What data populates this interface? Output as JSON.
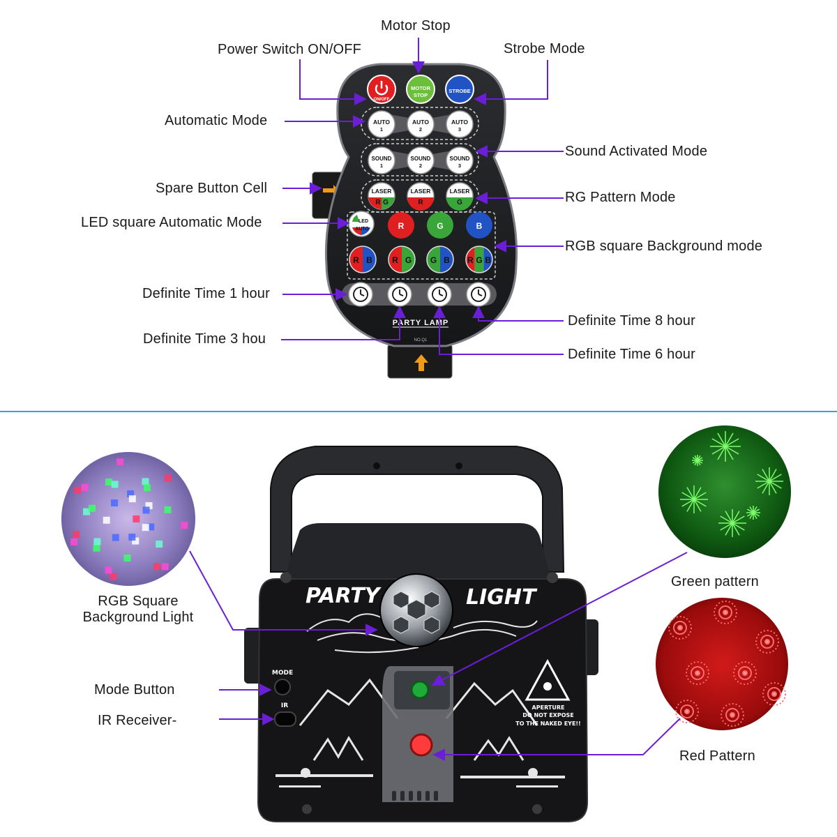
{
  "remote": {
    "labels": {
      "motor_stop": "Motor Stop",
      "power_switch": "Power Switch ON/OFF",
      "strobe_mode": "Strobe Mode",
      "automatic_mode": "Automatic Mode",
      "sound_activated_mode": "Sound Activated Mode",
      "spare_button_cell": "Spare Button Cell",
      "rg_pattern_mode": "RG Pattern Mode",
      "led_square_auto": "LED square Automatic Mode",
      "rgb_square_background": "RGB square Background mode",
      "time_1h": "Definite Time 1 hour",
      "time_8h": "Definite Time 8 hour",
      "time_3h": "Definite Time 3 hou",
      "time_6h": "Definite Time 6 hour"
    },
    "buttons": {
      "power": "ON/OFF",
      "motor": [
        "MOTOR",
        "STOP"
      ],
      "strobe": "STROBE",
      "auto": [
        [
          "AUTO",
          "1"
        ],
        [
          "AUTO",
          "2"
        ],
        [
          "AUTO",
          "3"
        ]
      ],
      "sound": [
        [
          "SOUND",
          "1"
        ],
        [
          "SOUND",
          "2"
        ],
        [
          "SOUND",
          "3"
        ]
      ],
      "laser": [
        [
          "LASER",
          "R",
          "G"
        ],
        [
          "LASER",
          "R",
          ""
        ],
        [
          "LASER",
          "G",
          ""
        ]
      ],
      "led_auto": [
        "LED",
        "AUTO"
      ],
      "rgb_single": [
        "R",
        "G",
        "B"
      ],
      "rgb_combo": [
        [
          "R",
          "B"
        ],
        [
          "R",
          "G"
        ],
        [
          "G",
          "B"
        ],
        [
          "R",
          "G",
          "B"
        ]
      ],
      "timers": [
        "1h",
        "3h",
        "6h",
        "8h"
      ]
    },
    "brand": "PARTY LAMP",
    "model": "NO.Q1"
  },
  "device": {
    "labels": {
      "rgb_square_light": [
        "RGB Square",
        "Background Light"
      ],
      "mode_button": "Mode Button",
      "ir_receiver": "IR Receiver-",
      "green_pattern": "Green pattern",
      "red_pattern": "Red Pattern"
    },
    "panel_text": {
      "party": "PARTY",
      "light": "LIGHT",
      "mode": "MODE",
      "ir": "IR",
      "warning": [
        "APERTURE",
        "DO NOT EXPOSE",
        "TO THE NAKED EYE!!"
      ]
    }
  },
  "colors": {
    "arrow": "#6a1fd6",
    "divider": "#29a9e0",
    "remote_body": "#1c1c1e",
    "power_red": "#e02020",
    "motor_green": "#6cbf3a",
    "strobe_blue": "#2153c4",
    "laser_red": "#e02020",
    "laser_green": "#3aa63a"
  }
}
